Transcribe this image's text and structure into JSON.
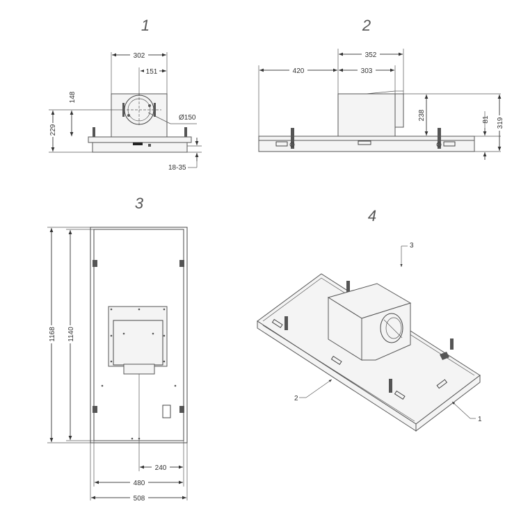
{
  "views": [
    {
      "number": "1",
      "dims": {
        "width": "302",
        "half": "151",
        "pipe": "Ø150",
        "h148": "148",
        "h229": "229",
        "gap": "18-35"
      }
    },
    {
      "number": "2",
      "dims": {
        "d352": "352",
        "d420": "420",
        "d303": "303",
        "h238": "238",
        "h81": "81",
        "h319": "319"
      }
    },
    {
      "number": "3",
      "dims": {
        "h1168": "1168",
        "h1140": "1140",
        "w240": "240",
        "w480": "480",
        "w508": "508"
      }
    },
    {
      "number": "4",
      "callouts": [
        "1",
        "2",
        "3"
      ]
    }
  ],
  "colors": {
    "line": "#444444",
    "fill": "#f4f4f4",
    "label": "#555555"
  }
}
